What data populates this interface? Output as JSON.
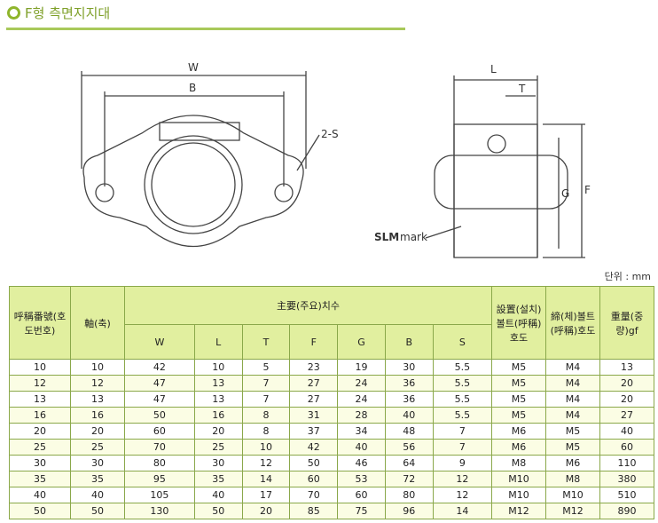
{
  "title": "F형 측면지지대",
  "drawing": {
    "w": "W",
    "b": "B",
    "s": "2-S",
    "l": "L",
    "t": "T",
    "g": "G",
    "f": "F",
    "brand_bold": "SLM",
    "brand_rest": "mark"
  },
  "unit": "단위 : mm",
  "headers": {
    "nominal": "呼稱番號(호도번호)",
    "shaft": "軸(축)",
    "main": "主要(주요)치수",
    "dims": [
      "W",
      "L",
      "T",
      "F",
      "G",
      "B",
      "S"
    ],
    "install_bolt": "設置(설치)볼트(呼稱)호도",
    "clamp_bolt": "締(체)볼트(呼稱)호도",
    "weight": "重量(중량)gf"
  },
  "rows": [
    [
      "10",
      "10",
      "42",
      "10",
      "5",
      "23",
      "19",
      "30",
      "5.5",
      "M5",
      "M4",
      "13"
    ],
    [
      "12",
      "12",
      "47",
      "13",
      "7",
      "27",
      "24",
      "36",
      "5.5",
      "M5",
      "M4",
      "20"
    ],
    [
      "13",
      "13",
      "47",
      "13",
      "7",
      "27",
      "24",
      "36",
      "5.5",
      "M5",
      "M4",
      "20"
    ],
    [
      "16",
      "16",
      "50",
      "16",
      "8",
      "31",
      "28",
      "40",
      "5.5",
      "M5",
      "M4",
      "27"
    ],
    [
      "20",
      "20",
      "60",
      "20",
      "8",
      "37",
      "34",
      "48",
      "7",
      "M6",
      "M5",
      "40"
    ],
    [
      "25",
      "25",
      "70",
      "25",
      "10",
      "42",
      "40",
      "56",
      "7",
      "M6",
      "M5",
      "60"
    ],
    [
      "30",
      "30",
      "80",
      "30",
      "12",
      "50",
      "46",
      "64",
      "9",
      "M8",
      "M6",
      "110"
    ],
    [
      "35",
      "35",
      "95",
      "35",
      "14",
      "60",
      "53",
      "72",
      "12",
      "M10",
      "M8",
      "380"
    ],
    [
      "40",
      "40",
      "105",
      "40",
      "17",
      "70",
      "60",
      "80",
      "12",
      "M10",
      "M10",
      "510"
    ],
    [
      "50",
      "50",
      "130",
      "50",
      "20",
      "85",
      "75",
      "96",
      "14",
      "M12",
      "M12",
      "890"
    ]
  ]
}
